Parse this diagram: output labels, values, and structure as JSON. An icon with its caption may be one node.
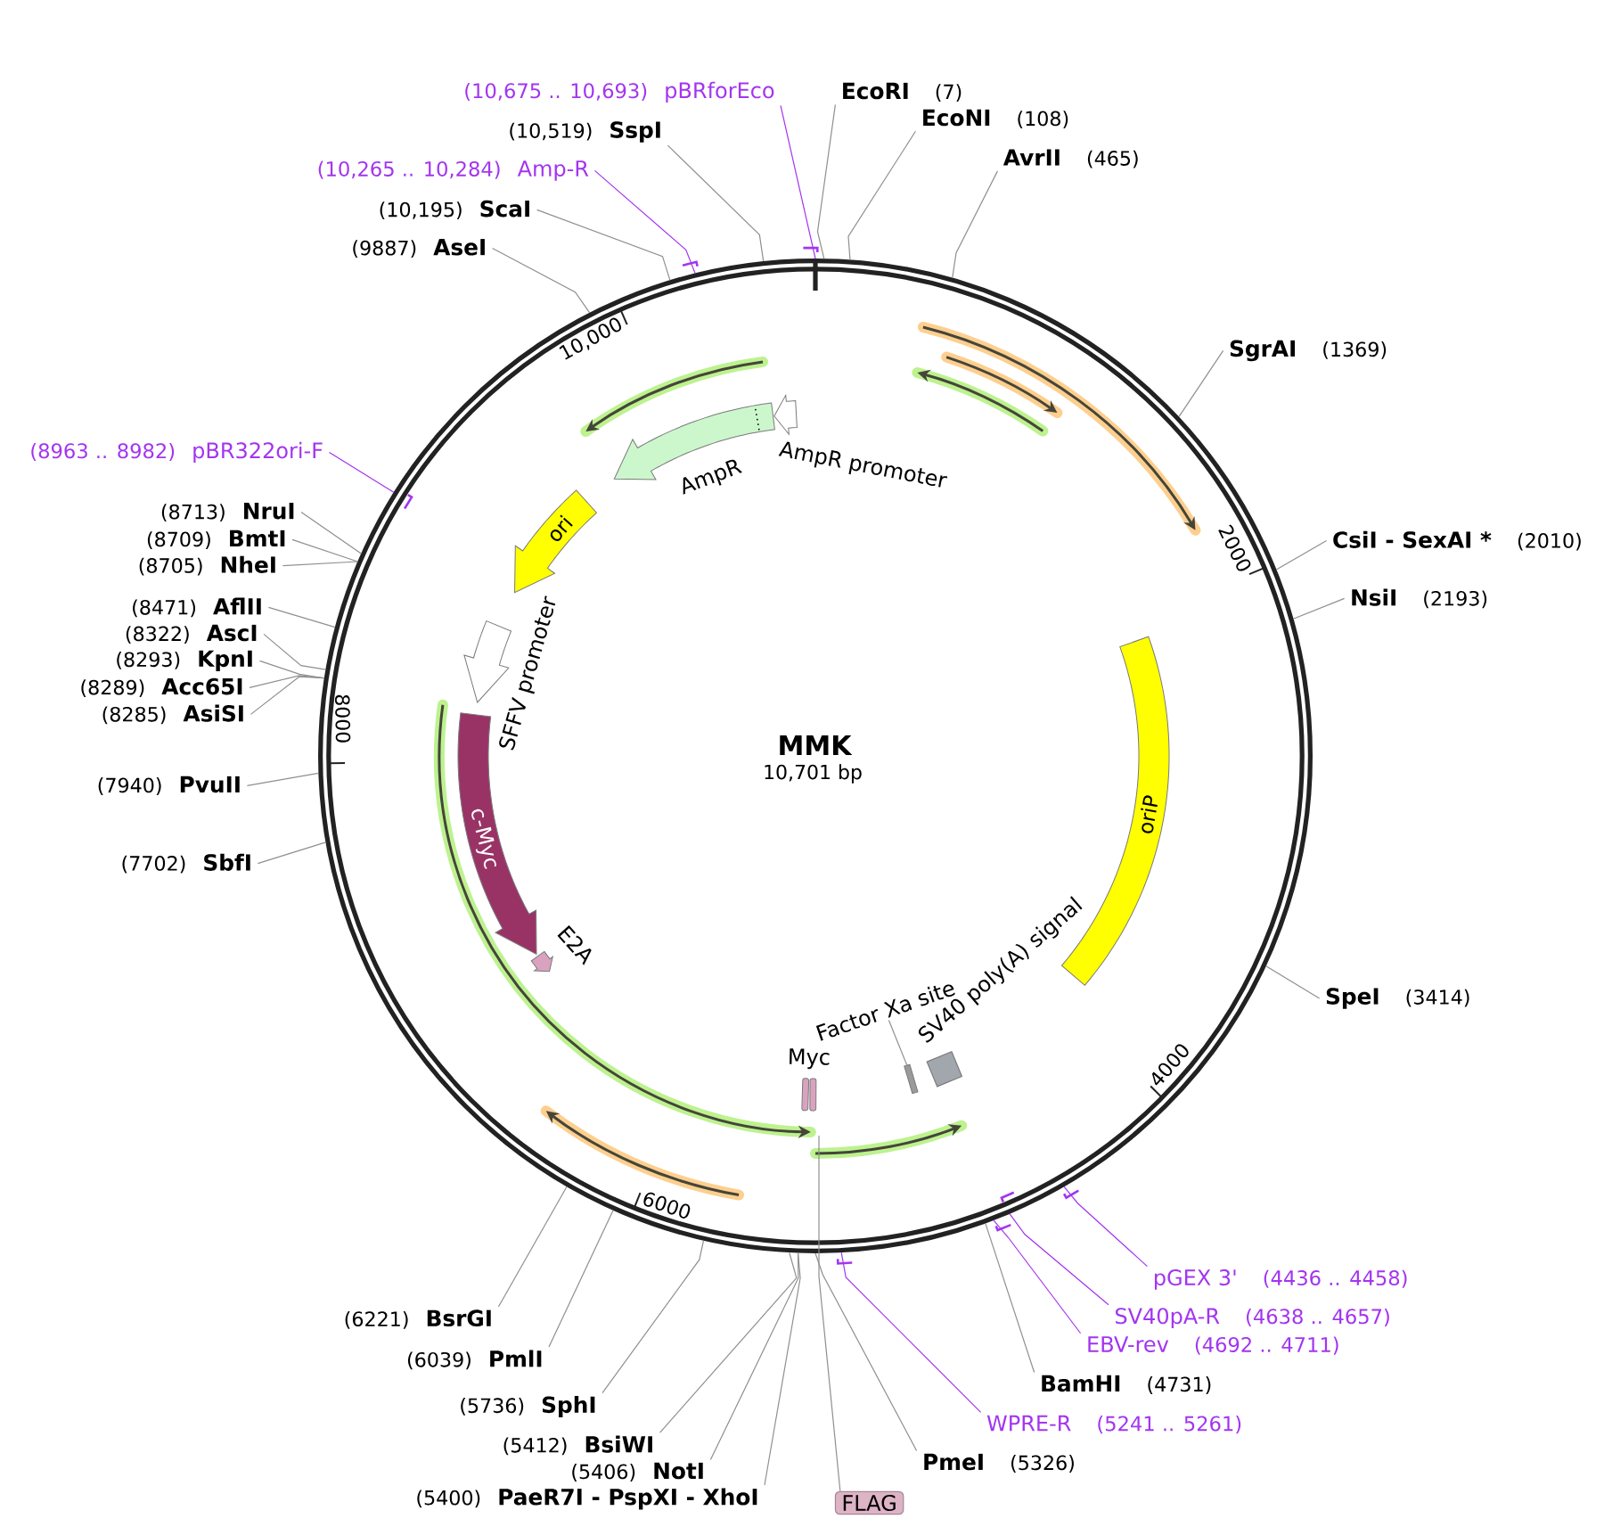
{
  "diagram": {
    "title": "MMK",
    "nodes": [
      {
        "text": [],
        "shape": "circle"
      },
      {
        "text": [
          "AmpR promoter"
        ],
        "in": 0
      },
      {
        "text": [
          "AmpR"
        ],
        "in": 0
      },
      {
        "text": [
          "ori"
        ],
        "in": 0
      },
      {
        "text": [
          "SFFV promoter"
        ],
        "in": 0
      },
      {
        "text": [
          "c-Myc"
        ],
        "in": 0
      },
      {
        "text": [
          "E2A"
        ],
        "in": 0
      },
      {
        "text": [
          "oriP"
        ],
        "in": 0
      },
      {
        "text": [
          "SV40 poly(A) signal"
        ],
        "in": 0
      },
      {
        "text": [
          "Factor Xa site"
        ],
        "in": 0
      },
      {
        "text": [],
        "shape": "bar",
        "in": 0
      },
      {
        "text": [
          "Myc"
        ],
        "in": 0
      },
      {
        "text": [
          "EcoRI",
          "(7)"
        ]
      },
      {
        "text": [
          "EcoNI",
          "(108)"
        ]
      },
      {
        "text": [
          "AvrII",
          "(465)"
        ]
      },
      {
        "text": [
          "SgrAI",
          "(1369)"
        ]
      },
      {
        "text": [
          "CsiI - SexAI *",
          "(2010)"
        ]
      },
      {
        "text": [
          "NsiI",
          "(2193)"
        ]
      },
      {
        "text": [
          "SpeI",
          "(3414)"
        ]
      },
      {
        "text": [
          "pGEX 3'",
          "(4436 .. 4458)"
        ]
      },
      {
        "text": [
          "SV40pA-R",
          "(4638 .. 4657)"
        ]
      },
      {
        "text": [
          "EBV-rev",
          "(4692 .. 4711)"
        ]
      },
      {
        "text": [
          "BamHI",
          "(4731)"
        ]
      },
      {
        "text": [
          "WPRE-R",
          "(5241 .. 5261)"
        ]
      },
      {
        "text": [
          "PmeI",
          "(5326)"
        ]
      },
      {
        "text": [
          "FLAG"
        ]
      },
      {
        "text": [
          "(5400)",
          "PaeR7I - PspXI - XhoI"
        ]
      },
      {
        "text": [
          "(5406)",
          "NotI"
        ]
      },
      {
        "text": [
          "(5412)",
          "BsiWI"
        ]
      },
      {
        "text": [
          "(5736)",
          "SphI"
        ]
      },
      {
        "text": [
          "(6039)",
          "PmlI"
        ]
      },
      {
        "text": [
          "(6221)",
          "BsrGI"
        ]
      },
      {
        "text": [
          "(7702)",
          "SbfI"
        ]
      },
      {
        "text": [
          "(7940)",
          "PvuII"
        ]
      },
      {
        "text": [
          "(8285)",
          "AsiSI"
        ]
      },
      {
        "text": [
          "(8289)",
          "Acc65I"
        ]
      },
      {
        "text": [
          "(8293)",
          "KpnI"
        ]
      },
      {
        "text": [
          "(8322)",
          "AscI"
        ]
      },
      {
        "text": [
          "(8471)",
          "AflII"
        ]
      },
      {
        "text": [
          "(8705)",
          "NheI"
        ]
      },
      {
        "text": [
          "(8709)",
          "BmtI"
        ]
      },
      {
        "text": [
          "(8713)",
          "NruI"
        ]
      },
      {
        "text": [
          "(8963 .. 8982)",
          "pBR322ori-F"
        ]
      },
      {
        "text": [
          "(9887)",
          "AseI"
        ]
      },
      {
        "text": [
          "(10,195)",
          "ScaI"
        ]
      },
      {
        "text": [
          "(10,265 .. 10,284)",
          "Amp-R"
        ]
      },
      {
        "text": [
          "(10,519)",
          "SspI"
        ]
      },
      {
        "text": [
          "(10,675 .. 10,693)",
          "pBRforEco"
        ]
      }
    ],
    "edges": [
      {
        "from": 9,
        "to": 10,
        "arrow": "none"
      },
      {
        "from": 12,
        "to": 0,
        "arrow": "none"
      },
      {
        "from": 13,
        "to": 0,
        "arrow": "none"
      },
      {
        "from": 14,
        "to": 0,
        "arrow": "none"
      },
      {
        "from": 15,
        "to": 0,
        "arrow": "none"
      },
      {
        "from": 16,
        "to": 0,
        "arrow": "none"
      },
      {
        "from": 17,
        "to": 0,
        "arrow": "none"
      },
      {
        "from": 18,
        "to": 0,
        "arrow": "none"
      },
      {
        "from": 19,
        "to": 0,
        "arrow": "none",
        "color": "#a335f0"
      },
      {
        "from": 20,
        "to": 0,
        "arrow": "none",
        "color": "#a335f0"
      },
      {
        "from": 21,
        "to": 0,
        "arrow": "none",
        "color": "#a335f0"
      },
      {
        "from": 22,
        "to": 0,
        "arrow": "none"
      },
      {
        "from": 23,
        "to": 0,
        "arrow": "none",
        "color": "#a335f0"
      },
      {
        "from": 24,
        "to": 0,
        "arrow": "none"
      },
      {
        "from": 25,
        "to": null,
        "arrow": "none"
      },
      {
        "from": 26,
        "to": 0,
        "arrow": "none"
      },
      {
        "from": 27,
        "to": 0,
        "arrow": "none"
      },
      {
        "from": 28,
        "to": 0,
        "arrow": "none"
      },
      {
        "from": 29,
        "to": 0,
        "arrow": "none"
      },
      {
        "from": 30,
        "to": 0,
        "arrow": "none"
      },
      {
        "from": 31,
        "to": 0,
        "arrow": "none"
      },
      {
        "from": 32,
        "to": 0,
        "arrow": "none"
      },
      {
        "from": 33,
        "to": 0,
        "arrow": "none"
      },
      {
        "from": 34,
        "to": 0,
        "arrow": "none"
      },
      {
        "from": 35,
        "to": 0,
        "arrow": "none"
      },
      {
        "from": 36,
        "to": 0,
        "arrow": "none"
      },
      {
        "from": 37,
        "to": 0,
        "arrow": "none"
      },
      {
        "from": 38,
        "to": 0,
        "arrow": "none"
      },
      {
        "from": 39,
        "to": 0,
        "arrow": "none"
      },
      {
        "from": 40,
        "to": 0,
        "arrow": "none"
      },
      {
        "from": 41,
        "to": 0,
        "arrow": "none"
      },
      {
        "from": 42,
        "to": 0,
        "arrow": "none",
        "color": "#a335f0"
      },
      {
        "from": 43,
        "to": 0,
        "arrow": "none"
      },
      {
        "from": 44,
        "to": 0,
        "arrow": "none"
      },
      {
        "from": 45,
        "to": 0,
        "arrow": "none",
        "color": "#a335f0"
      },
      {
        "from": 46,
        "to": 0,
        "arrow": "none"
      },
      {
        "from": 47,
        "to": 0,
        "arrow": "none",
        "color": "#a335f0"
      }
    ],
    "labels": [
      "10,000",
      "2000",
      "10,701 bp",
      "8000",
      "4000",
      "6000"
    ]
  }
}
